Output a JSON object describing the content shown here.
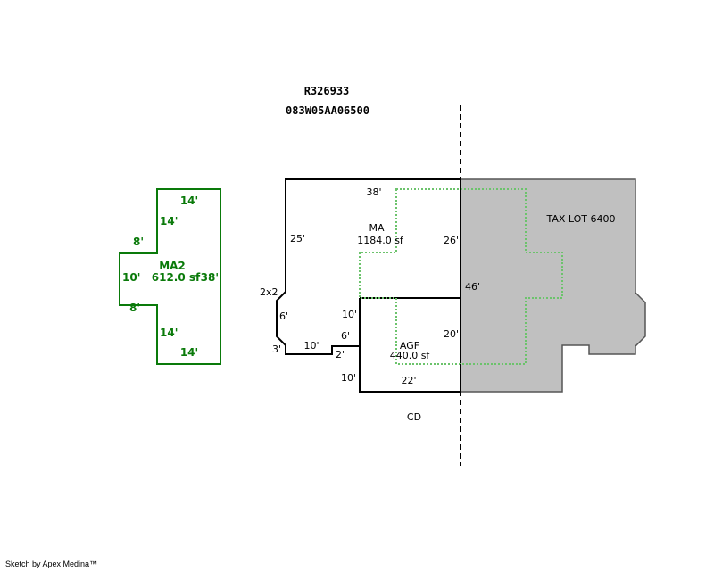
{
  "header": {
    "account_id": "R326933",
    "map_tax_lot": "083W05AA06500"
  },
  "colors": {
    "main_outline": "#000000",
    "ma2_outline": "#0a7a0a",
    "dotted_outline": "#6cc36c",
    "neighbor_fill": "#c0c0c0",
    "neighbor_outline": "#555555"
  },
  "ma2": {
    "name": "MA2",
    "area": "612.0 sf",
    "dims": {
      "top": "14'",
      "upper_left_vertical": "14'",
      "upper_step": "8'",
      "left": "10'",
      "right": "38'",
      "lower_step": "8'",
      "lower_left_vertical": "14'",
      "bottom": "14'"
    }
  },
  "ma": {
    "name": "MA",
    "area": "1184.0 sf",
    "dims": {
      "top": "38'",
      "left": "25'",
      "right_upper": "26'",
      "right_full": "46'",
      "corner": "2x2",
      "bay_side": "6'",
      "bay_bottom": "3'",
      "bottom_left": "10'",
      "step_up": "2'",
      "step_over": "6'"
    }
  },
  "agf": {
    "name": "AGF",
    "area": "440.0 sf",
    "dims": {
      "left_upper": "10'",
      "left_lower": "10'",
      "right": "20'",
      "bottom": "22'"
    }
  },
  "labels": {
    "neighbor": "TAX LOT 6400",
    "lot_line": "CD"
  },
  "footer": {
    "credit": "Sketch by Apex Medina™"
  }
}
